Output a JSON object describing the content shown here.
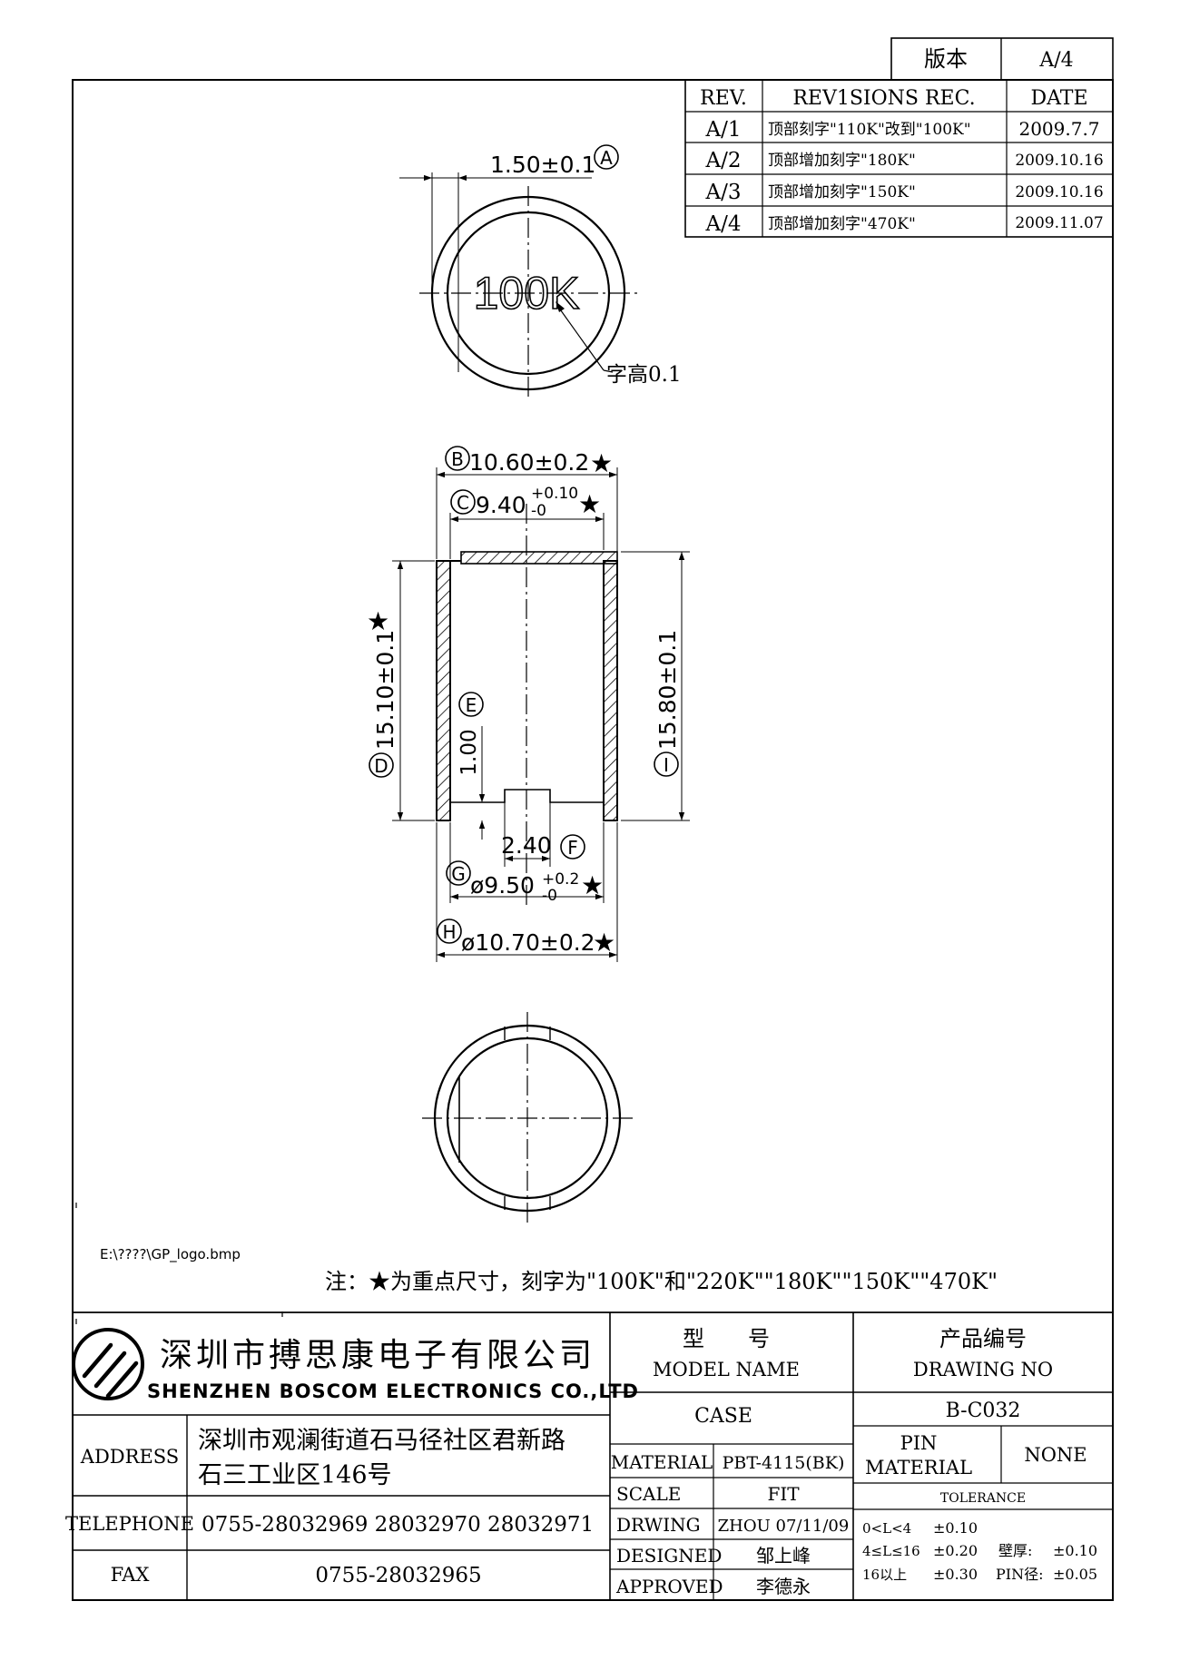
{
  "version_box": {
    "label": "版本",
    "value": "A/4"
  },
  "revisions": {
    "headers": {
      "rev": "REV.",
      "rec": "REV1SIONS REC.",
      "date": "DATE"
    },
    "rows": [
      {
        "rev": "A/1",
        "rec": "顶部刻字\"110K\"改到\"100K\"",
        "date": "2009.7.7"
      },
      {
        "rev": "A/2",
        "rec": "顶部增加刻字\"180K\"",
        "date": "2009.10.16"
      },
      {
        "rev": "A/3",
        "rec": "顶部增加刻字\"150K\"",
        "date": "2009.10.16"
      },
      {
        "rev": "A/4",
        "rec": "顶部增加刻字\"470K\"",
        "date": "2009.11.07"
      }
    ]
  },
  "drawing": {
    "top_view": {
      "dim_a": "1.50±0.1",
      "marker_a": "A",
      "engraving": "100K",
      "text_height": "字高0.1"
    },
    "section": {
      "dim_b": "10.60±0.2",
      "marker_b": "B",
      "dim_c_base": "9.40",
      "dim_c_plus": "+0.10",
      "dim_c_minus": "-0",
      "marker_c": "C",
      "dim_d": "15.10±0.1",
      "marker_d": "D",
      "dim_e": "1.00",
      "marker_e": "E",
      "dim_f": "2.40",
      "marker_f": "F",
      "dim_g_base": "ø9.50",
      "dim_g_plus": "+0.2",
      "dim_g_minus": "-0",
      "marker_g": "G",
      "dim_h": "ø10.70±0.2",
      "marker_h": "H",
      "dim_i": "15.80±0.1",
      "marker_i": "I",
      "star": "★"
    }
  },
  "logo_path": "E:\\????\\GP_logo.bmp",
  "note": "注：★为重点尺寸，刻字为\"100K\"和\"220K\"\"180K\"\"150K\"\"470K\"",
  "title_block": {
    "company_cn": "深圳市搏思康电子有限公司",
    "company_en": "SHENZHEN BOSCOM ELECTRONICS CO.,LTD",
    "address_label": "ADDRESS",
    "address_line1": "深圳市观澜街道石马径社区君新路",
    "address_line2": "石三工业区146号",
    "telephone_label": "TELEPHONE",
    "telephone": "0755-28032969 28032970 28032971",
    "fax_label": "FAX",
    "fax": "0755-28032965",
    "model_name_cn": "型　　号",
    "model_name_en": "MODEL NAME",
    "model_name_value": "CASE",
    "drawing_no_cn": "产品编号",
    "drawing_no_en": "DRAWING NO",
    "drawing_no_value": "B-C032",
    "material_label": "MATERIAL",
    "material_value": "PBT-4115(BK)",
    "scale_label": "SCALE",
    "scale_value": "FIT",
    "drwing_label": "DRWING",
    "drwing_value": "ZHOU 07/11/09",
    "designed_label": "DESIGNED",
    "designed_value": "邹上峰",
    "approved_label": "APPROVED",
    "approved_value": "李德永",
    "pin_material_label_1": "PIN",
    "pin_material_label_2": "MATERIAL",
    "pin_material_value": "NONE",
    "tolerance_label": "TOLERANCE",
    "tolerance_rows": [
      {
        "range": "0<L<4",
        "value": "±0.10",
        "extra_label": "",
        "extra_value": ""
      },
      {
        "range": "4≤L≤16",
        "value": "±0.20",
        "extra_label": "壁厚:",
        "extra_value": "±0.10"
      },
      {
        "range": "16以上",
        "value": "±0.30",
        "extra_label": "PIN径:",
        "extra_value": "±0.05"
      }
    ]
  }
}
